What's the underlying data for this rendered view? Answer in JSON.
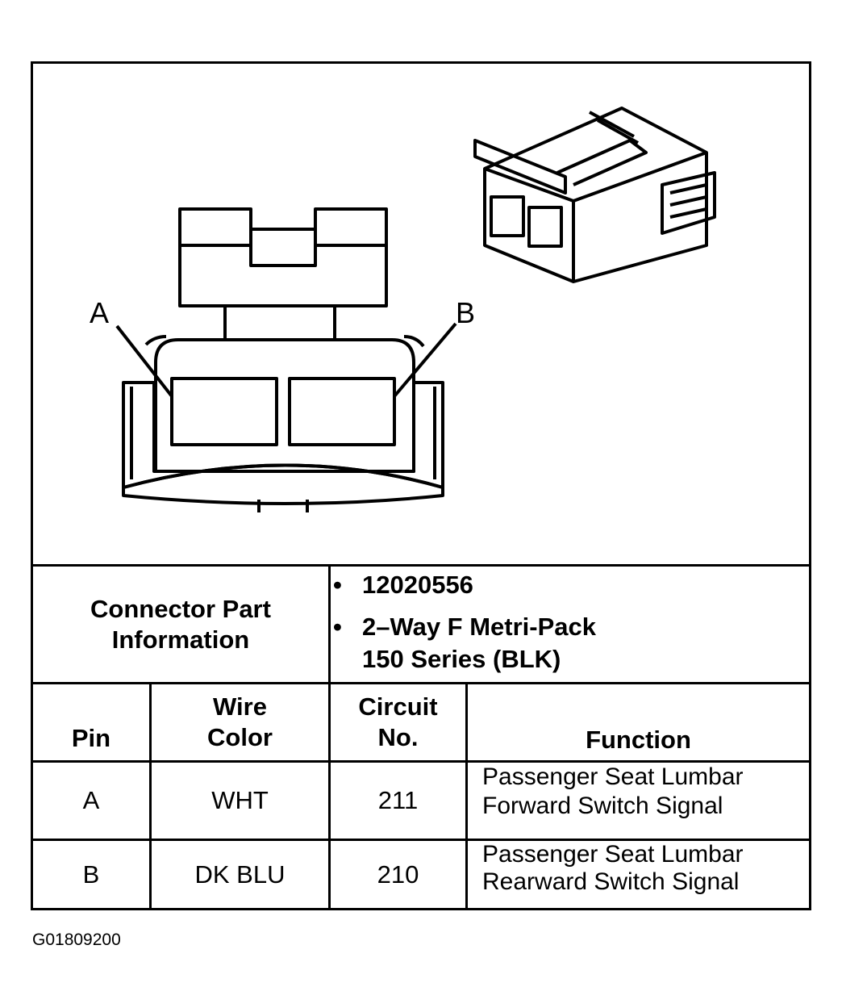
{
  "diagram": {
    "pin_labels": {
      "a": "A",
      "b": "B"
    }
  },
  "connector_info": {
    "label_line1": "Connector Part",
    "label_line2": "Information",
    "part_number": "12020556",
    "description_line1": "2–Way F Metri-Pack",
    "description_line2": "150 Series (BLK)",
    "bullet": "•"
  },
  "table": {
    "headers": {
      "pin": "Pin",
      "wire_color_line1": "Wire",
      "wire_color_line2": "Color",
      "circuit_line1": "Circuit",
      "circuit_line2": "No.",
      "function": "Function"
    },
    "rows": [
      {
        "pin": "A",
        "wire_color": "WHT",
        "circuit": "211",
        "function_line1": "Passenger Seat Lumbar",
        "function_line2": "Forward Switch Signal"
      },
      {
        "pin": "B",
        "wire_color": "DK BLU",
        "circuit": "210",
        "function_line1": "Passenger Seat Lumbar",
        "function_line2": "Rearward Switch Signal"
      }
    ]
  },
  "figure_ref": "G01809200"
}
